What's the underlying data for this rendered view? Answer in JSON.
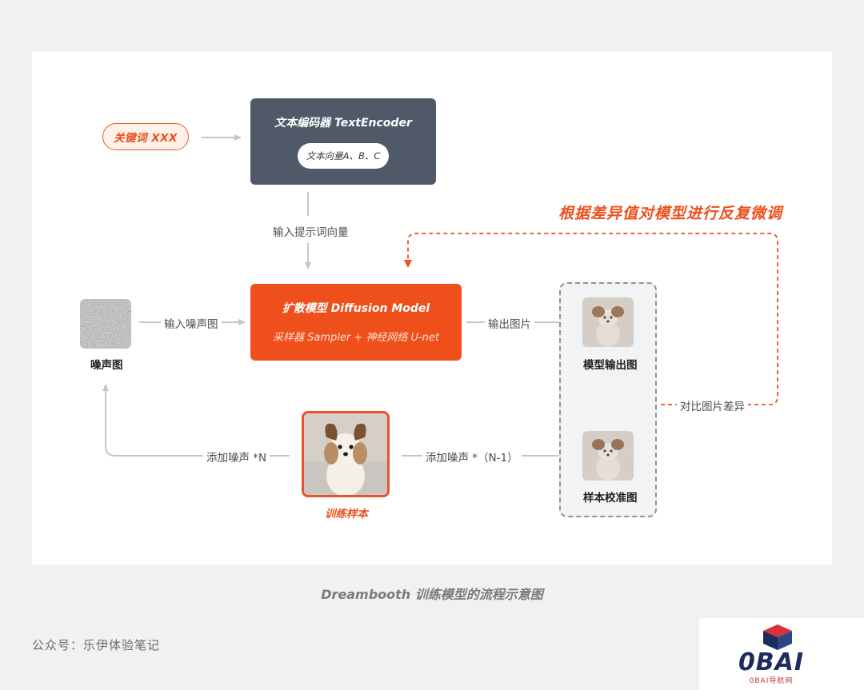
{
  "colors": {
    "accent": "#ee4f1b",
    "encoder_bg": "#4f5968",
    "arrow_gray": "#c3c7cc",
    "dashed_gray": "#8c939c"
  },
  "keyword": "关键词 XXX",
  "encoder": {
    "title": "文本编码器 TextEncoder",
    "chip": "文本向量A、B、C"
  },
  "labels": {
    "input_prompt_vector": "输入提示词向量",
    "input_noise": "输入噪声图",
    "output_image": "输出图片",
    "add_noise_n": "添加噪声 *N",
    "add_noise_n_minus_1": "添加噪声 *（N-1）",
    "compare_diff": "对比图片差异"
  },
  "diffusion": {
    "title": "扩散模型 Diffusion Model",
    "subtitle": "采样器 Sampler  +  神经网络 U-net"
  },
  "noise_label": "噪声图",
  "model_output_label": "模型输出图",
  "calibration_label": "样本校准图",
  "training_sample_label": "训练样本",
  "feedback_title": "根据差异值对模型进行反复微调",
  "caption": "Dreambooth 训练模型的流程示意图",
  "footer": "公众号：乐伊体验笔记",
  "logo": {
    "text": "0BAI",
    "sub": "0BAI导航网"
  }
}
